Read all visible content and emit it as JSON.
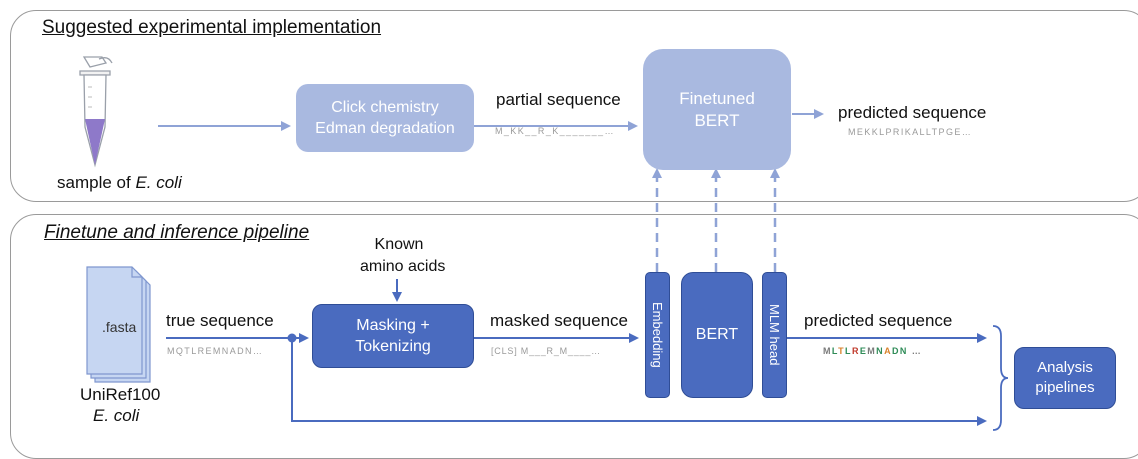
{
  "top_panel": {
    "title": "Suggested experimental implementation",
    "sample_label_prefix": "sample of ",
    "sample_label_italic": "E. coli",
    "click_box": [
      "Click chemistry",
      "Edman degradation"
    ],
    "partial_label": "partial sequence",
    "partial_seq": "M_KK__R_K_______…",
    "finetuned_box": [
      "Finetuned",
      "BERT"
    ],
    "predicted_label": "predicted sequence",
    "predicted_seq": "MEKKLPRIKALLTPGE…"
  },
  "bottom_panel": {
    "title": "Finetune and inference pipeline",
    "file_label": ".fasta",
    "uniref_label": "UniRef100",
    "ecoli_label": "E. coli",
    "true_label": "true sequence",
    "true_seq": "MQTLREMNADN…",
    "known_label": [
      "Known",
      "amino acids"
    ],
    "masking_box": [
      "Masking +",
      "Tokenizing"
    ],
    "masked_label": "masked sequence",
    "masked_seq": "[CLS] M___R_M____…",
    "embedding_box": "Embedding",
    "bert_box": "BERT",
    "mlm_box": "MLM head",
    "predicted_label": "predicted sequence",
    "predicted_seq_letters": [
      {
        "c": "M",
        "color": "#7a7a7a"
      },
      {
        "c": "L",
        "color": "#2e8b57"
      },
      {
        "c": "T",
        "color": "#d9822b"
      },
      {
        "c": "L",
        "color": "#2e8b57"
      },
      {
        "c": "R",
        "color": "#c0392b"
      },
      {
        "c": "E",
        "color": "#2e8b57"
      },
      {
        "c": "M",
        "color": "#7a7a7a"
      },
      {
        "c": "N",
        "color": "#2e8b57"
      },
      {
        "c": "A",
        "color": "#d9822b"
      },
      {
        "c": "D",
        "color": "#2e8b57"
      },
      {
        "c": "N",
        "color": "#2e8b57"
      },
      {
        "c": " …",
        "color": "#7a7a7a"
      }
    ],
    "analysis_box": [
      "Analysis",
      "pipelines"
    ]
  },
  "colors": {
    "light_box": "#a9b9e0",
    "dark_box": "#4a6bbf",
    "light_arrow": "#8fa3d6",
    "dark_arrow": "#4a6bbf"
  }
}
